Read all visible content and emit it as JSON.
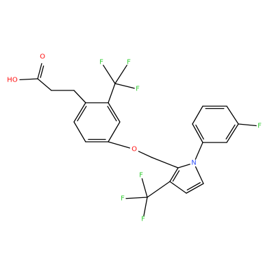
{
  "colors": {
    "bond": "#000000",
    "oxygen": "#ff0d0d",
    "nitrogen": "#3050f8",
    "fluorine": "#33cc33",
    "background": "#ffffff"
  },
  "atoms": {
    "o_carbonyl": "O",
    "o_hydroxyl": "HO",
    "o_ether": "O",
    "n_pyrrole": "N",
    "f_aryl": "F",
    "f_top_1": "F",
    "f_top_2": "F",
    "f_top_3": "F",
    "f_bottom_1": "F",
    "f_bottom_2": "F",
    "f_bottom_3": "F"
  }
}
